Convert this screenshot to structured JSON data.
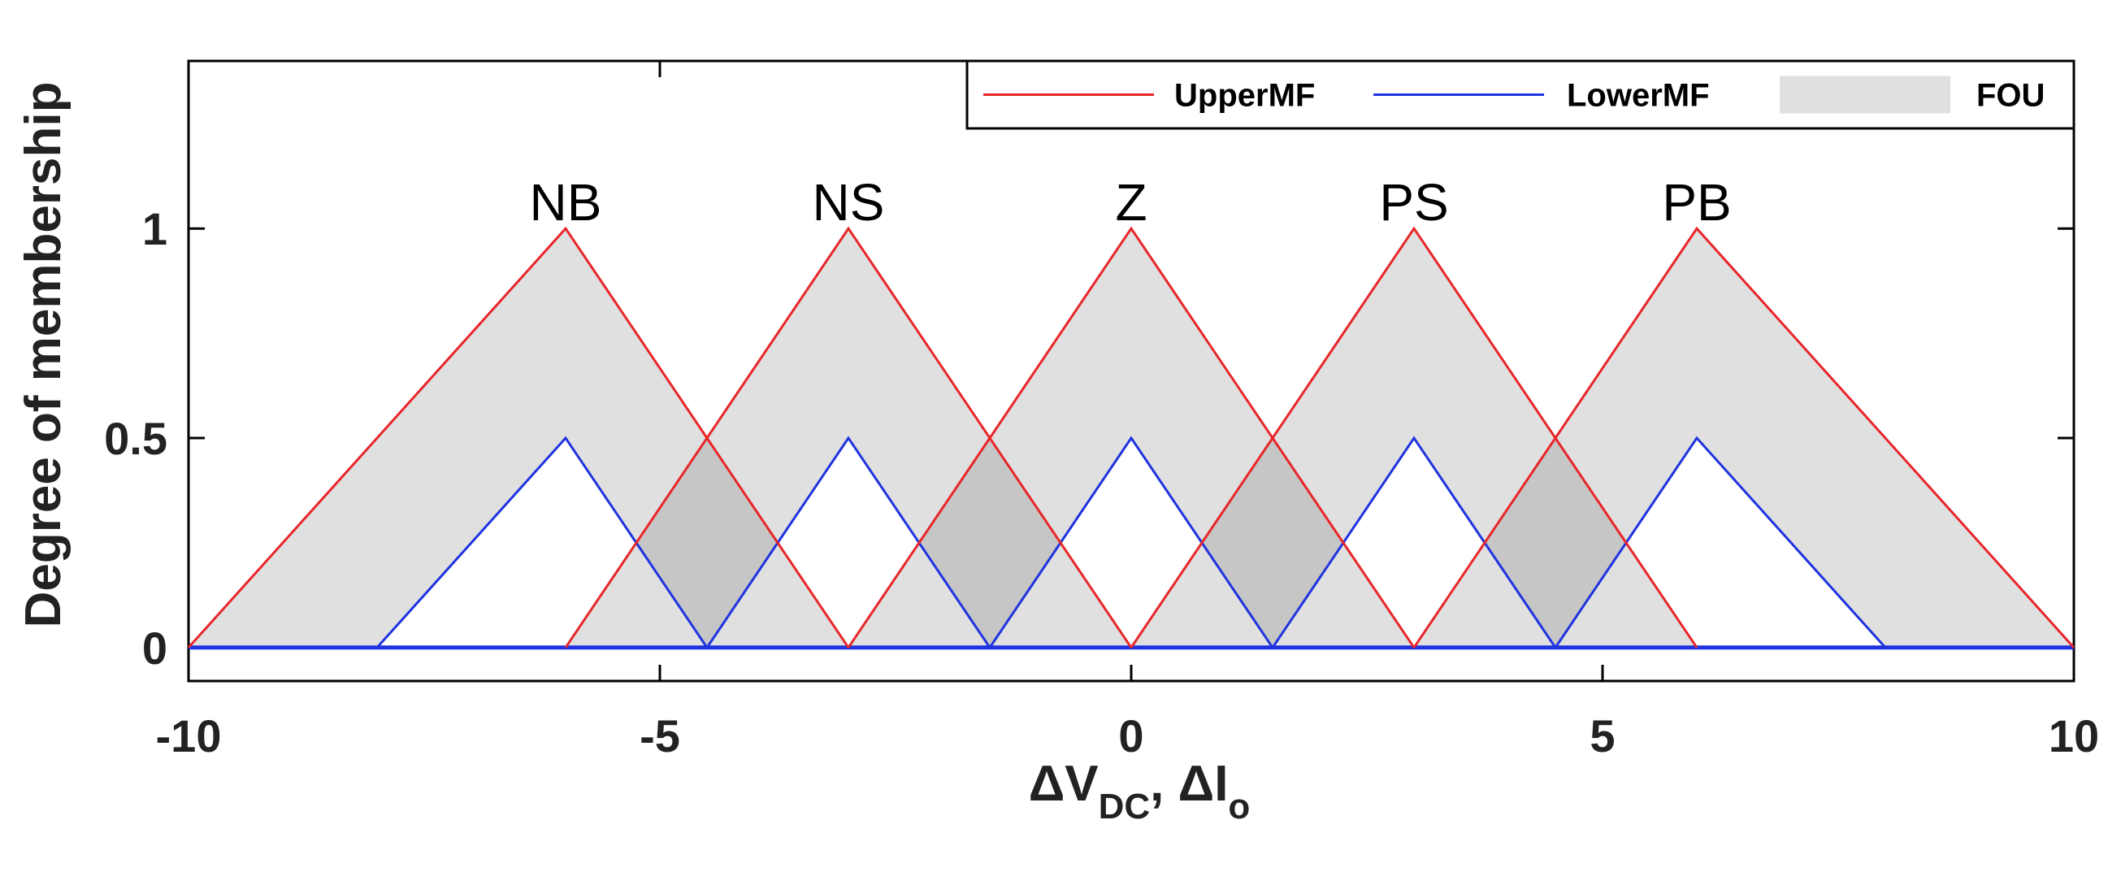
{
  "chart_data": {
    "type": "line",
    "xlabel": {
      "delta1": "ΔV",
      "sub1": "DC",
      "sep": ", ",
      "delta2": "ΔI",
      "sub2": "o"
    },
    "ylabel": "Degree of membership",
    "xlim": [
      -10,
      10
    ],
    "ylim": [
      -0.08,
      1.4
    ],
    "xticks": [
      -10,
      -5,
      0,
      5,
      10
    ],
    "xtick_labels": [
      "-10",
      "-5",
      "0",
      "5",
      "10"
    ],
    "yticks": [
      0,
      0.5,
      1
    ],
    "ytick_labels": [
      "0",
      "0.5",
      "1"
    ],
    "grid": false,
    "legend_position": "top-right",
    "legend": [
      {
        "label": "UpperMF",
        "kind": "line",
        "color": "#e8262a"
      },
      {
        "label": "LowerMF",
        "kind": "line",
        "color": "#1f33e0"
      },
      {
        "label": "FOU",
        "kind": "patch",
        "color": "#e0e0e0"
      }
    ],
    "colors": {
      "upper": "#e8262a",
      "lower": "#1f33e0",
      "fou": "#e0e0e0",
      "overlap": "#c6c6c6"
    },
    "membership_functions": [
      {
        "name": "NB",
        "upper": [
          -10,
          -6,
          -3
        ],
        "lower": [
          -8,
          -6,
          -4.5
        ]
      },
      {
        "name": "NS",
        "upper": [
          -6,
          -3,
          0
        ],
        "lower": [
          -4.5,
          -3,
          -1.5
        ]
      },
      {
        "name": "Z",
        "upper": [
          -3,
          0,
          3
        ],
        "lower": [
          -1.5,
          0,
          1.5
        ]
      },
      {
        "name": "PS",
        "upper": [
          0,
          3,
          6
        ],
        "lower": [
          1.5,
          3,
          4.5
        ]
      },
      {
        "name": "PB",
        "upper": [
          3,
          6,
          10
        ],
        "lower": [
          4.5,
          6,
          8
        ]
      }
    ],
    "upper_peak": 1,
    "lower_peak": 0.5
  }
}
